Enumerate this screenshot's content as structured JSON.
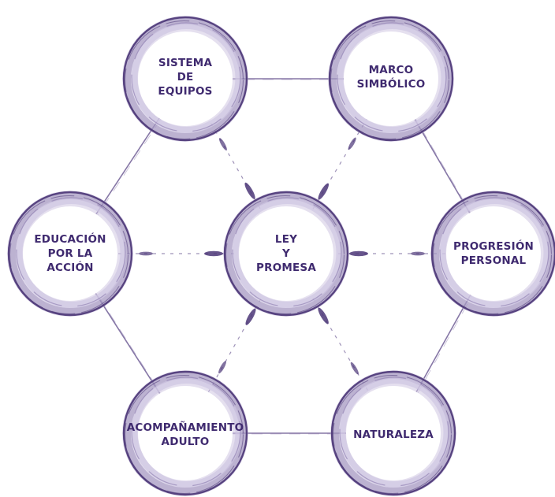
{
  "colors": {
    "ring_dark": "#4b3677",
    "ring_mid": "#8a79ad",
    "ring_light": "#cfc6e2",
    "fill": "#ffffff",
    "text": "#3f2a6f",
    "connector": "#5d4a88"
  },
  "nodes": {
    "sistema": {
      "lines": [
        "SISTEMA",
        "DE",
        "EQUIPOS"
      ]
    },
    "marco": {
      "lines": [
        "MARCO",
        "SIMBÓLICO"
      ]
    },
    "educacion": {
      "lines": [
        "EDUCACIÓN",
        "POR LA",
        "ACCIÓN"
      ]
    },
    "ley": {
      "lines": [
        "LEY",
        "Y",
        "PROMESA"
      ]
    },
    "progresion": {
      "lines": [
        "PROGRESIÓN",
        "PERSONAL"
      ]
    },
    "acompanamiento": {
      "lines": [
        "ACOMPAÑAMIENTO",
        "ADULTO"
      ]
    },
    "naturaleza": {
      "lines": [
        "NATURALEZA"
      ]
    }
  }
}
